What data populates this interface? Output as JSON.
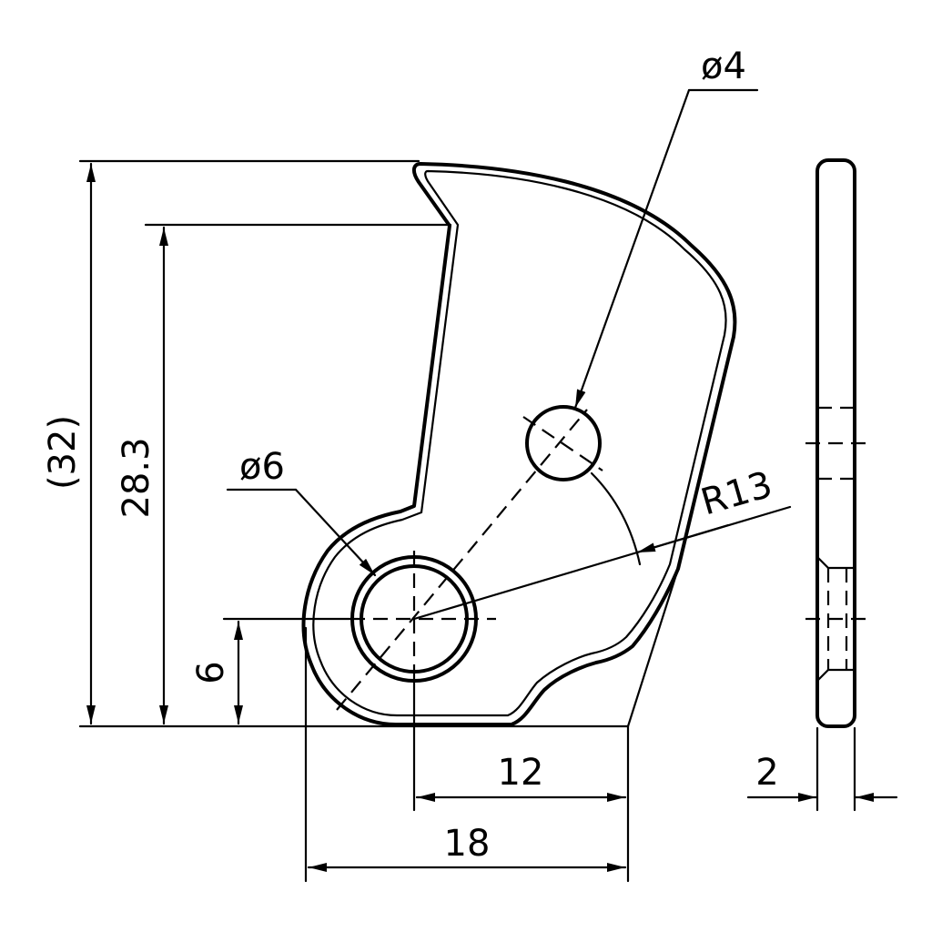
{
  "drawing": {
    "dimensions": {
      "overall_height": "(32)",
      "notch_height": "28.3",
      "pivot_height": "6",
      "pivot_hole_diameter": "ø6",
      "small_hole_diameter": "ø4",
      "radius": "R13",
      "pivot_to_edge": "12",
      "overall_width": "18",
      "thickness": "2"
    }
  }
}
